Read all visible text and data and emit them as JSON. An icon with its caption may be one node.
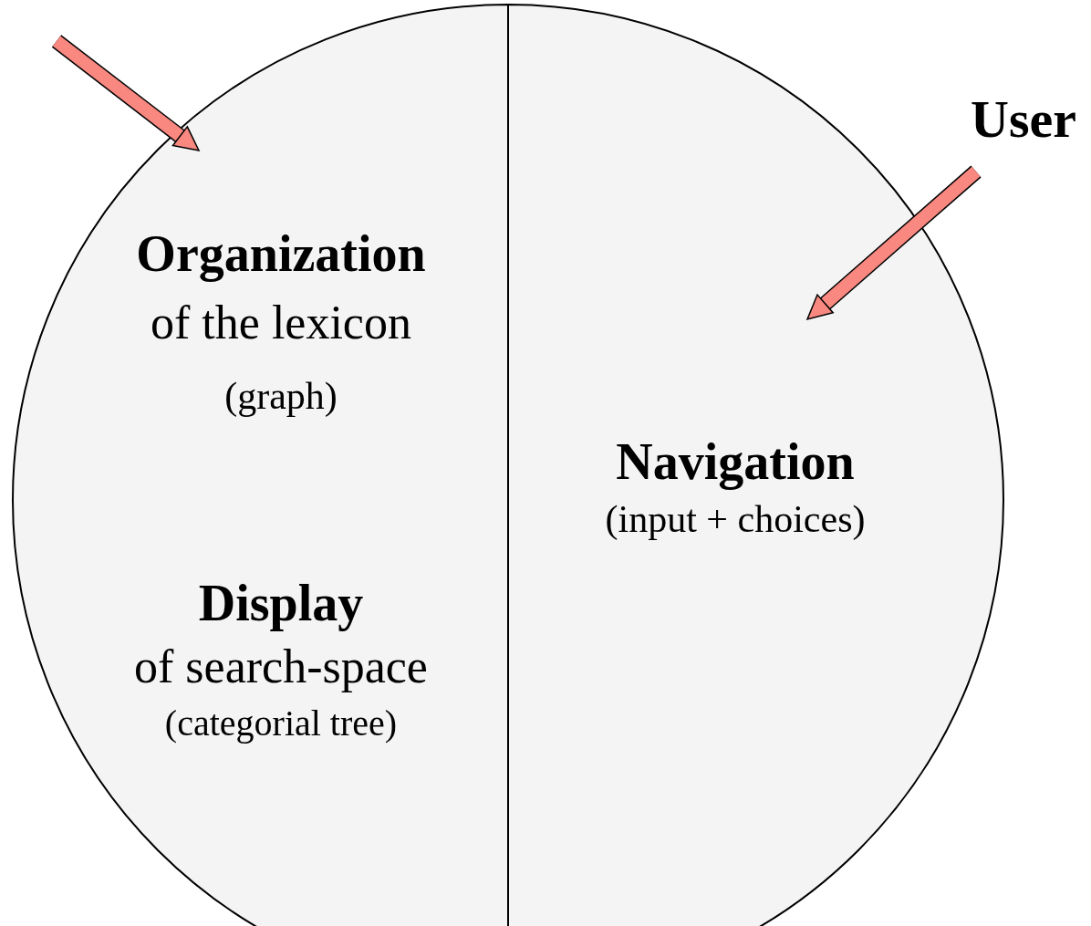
{
  "diagram": {
    "nodes": [
      {
        "text": [
          "Organization",
          "of the lexicon",
          "(graph)",
          "Display",
          "of search-space",
          "(categorial tree)"
        ]
      },
      {
        "text": [
          "Navigation",
          "(input + choices)"
        ]
      },
      {
        "text": [
          "User"
        ]
      }
    ],
    "edges": [
      {
        "from": null,
        "to": 0,
        "arrow": "to"
      },
      {
        "from": 2,
        "to": 1,
        "arrow": "to"
      }
    ]
  }
}
